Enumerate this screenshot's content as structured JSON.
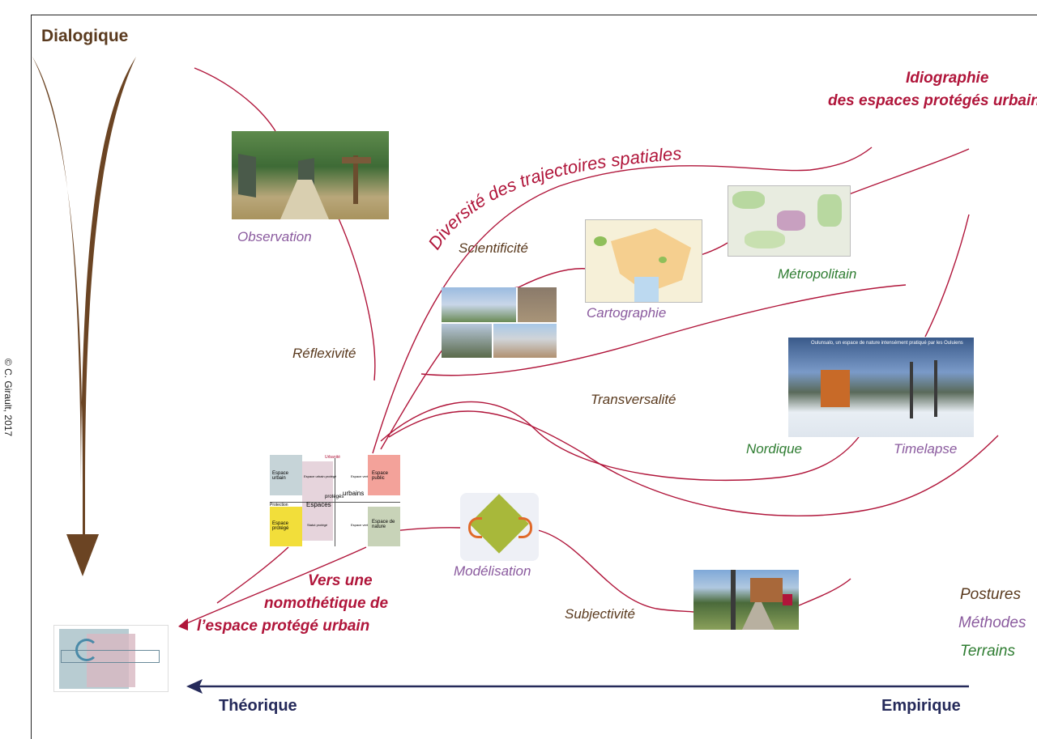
{
  "vertical_axis": {
    "label": "Dialogique"
  },
  "horizontal_axis": {
    "left_label": "Théorique",
    "right_label": "Empirique"
  },
  "copyright": "© C. Girault, 2017",
  "title_right": {
    "line1": "Idiographie",
    "line2": "des espaces protégés urbains"
  },
  "arc_label": "Diversité des trajectoires spatiales",
  "labels": {
    "observation": "Observation",
    "scientificite": "Scientificité",
    "cartographie": "Cartographie",
    "metropolitain": "Métropolitain",
    "reflexivite": "Réflexivité",
    "transversalite": "Transversalité",
    "nordique": "Nordique",
    "timelapse": "Timelapse",
    "modelisation": "Modélisation",
    "subjectivite": "Subjectivité"
  },
  "nomothetique": {
    "line1": "Vers une",
    "line2": "nomothétique de",
    "line3": "l’espace protégé urbain"
  },
  "legend": {
    "postures": "Postures",
    "methodes": "Méthodes",
    "terrains": "Terrains"
  },
  "matrix": {
    "top": "Urbanité",
    "left": "Protection",
    "urbains": "urbains",
    "espaces": "Espaces",
    "proteges": "protégés",
    "espace_urbain": "Espace urbain",
    "espace_public": "Espace public",
    "espace_protege": "Espace protégé",
    "espace_nature": "Espace de nature",
    "inner_tl": "Espace urbain protégé",
    "inner_tr": "Espace vert",
    "inner_bl": "Statut protégé",
    "inner_br": "Espace vert"
  },
  "timelapse_caption": "Oulunsalo, un espace de nature intensément pratiqué par les Ouluiens",
  "colors": {
    "brown": "#5a3a1e",
    "purple": "#8a5a9e",
    "green": "#2f7d32",
    "red": "#b0153a",
    "navy": "#252a5a"
  }
}
